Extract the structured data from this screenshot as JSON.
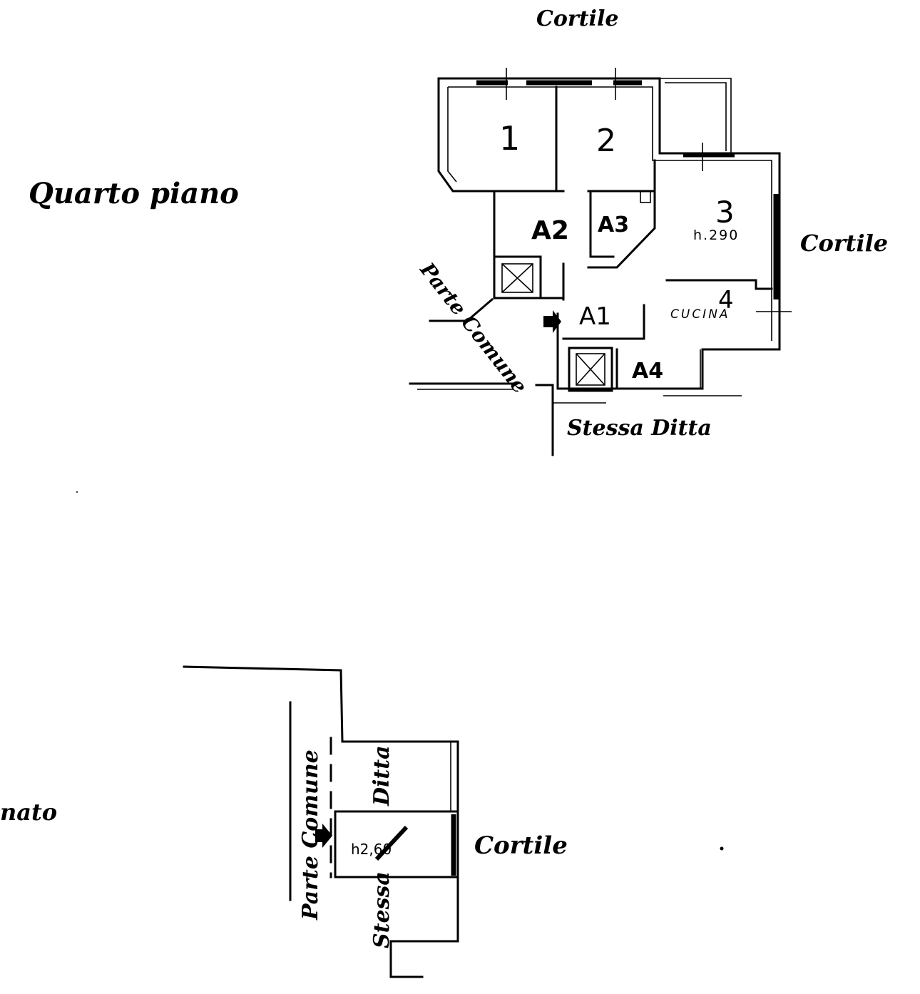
{
  "labels": {
    "floor_fourth": "Quarto piano",
    "floor_basement": "nato",
    "courtyard_top": "Cortile",
    "courtyard_right": "Cortile",
    "courtyard_bottom": "Cortile",
    "common_upper": "Parte Comune",
    "common_lower": "Parte Comune",
    "same_owner_upper": "Stessa Ditta",
    "same_owner_lower_a": "Ditta",
    "same_owner_lower_b": "Stessa"
  },
  "rooms": {
    "r1": "1",
    "r2": "2",
    "r3": "3",
    "r3_height": "h.290",
    "r4": "4",
    "kitchen": "CUCINA",
    "a1": "A1",
    "a2": "A2",
    "a3": "A3",
    "a4": "A4",
    "cellar_label": "h2,60"
  }
}
